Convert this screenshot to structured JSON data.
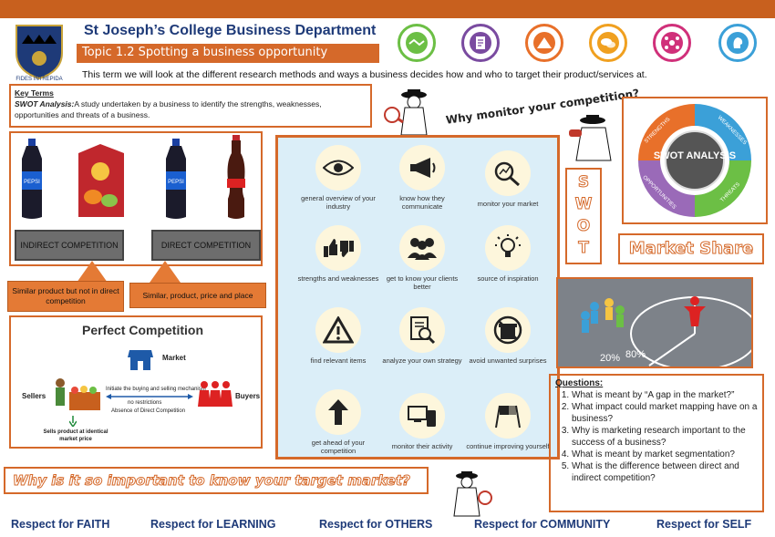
{
  "header": {
    "school_title": "St Joseph’s College Business Department",
    "topic": "Topic 1.2 Spotting a business opportunity",
    "intro": "This term we will look at the different research methods and ways a business decides how and who to target their product/services at.",
    "crest_motto": "FIDES INTREPIDA",
    "accent_color": "#d5692a",
    "brand_color": "#1e3a78"
  },
  "key_terms": {
    "title": "Key Terms",
    "term": "SWOT Analysis:",
    "definition": "A study undertaken by a business to identify the strengths,  weaknesses, opportunities and threats of a business."
  },
  "why_monitor": "Why monitor your competition?",
  "competition": {
    "indirect_label": "INDIRECT COMPETITION",
    "direct_label": "DIRECT COMPETITION",
    "indirect_note": "Similar product but not in direct competition",
    "direct_note": "Similar, product, price and place",
    "brand_pepsi": "PEPSI"
  },
  "perfect_competition": {
    "title": "Perfect Competition",
    "market": "Market",
    "sellers": "Sellers",
    "buyers": "Buyers",
    "mechanism": "Initiate the buying and selling mechanism",
    "no_restrictions": "no restrictions",
    "absence": "Absence of Direct Competition",
    "sells": "Sells product at identical market price"
  },
  "reasons": [
    {
      "label": "general overview of your industry",
      "icon": "eye-icon"
    },
    {
      "label": "know how they communicate",
      "icon": "megaphone-icon"
    },
    {
      "label": "monitor your market",
      "icon": "magnifier-chart-icon"
    },
    {
      "label": "strengths and weaknesses",
      "icon": "thumbs-icon"
    },
    {
      "label": "get to know your clients better",
      "icon": "people-icon"
    },
    {
      "label": "source of inspiration",
      "icon": "lightbulb-icon"
    },
    {
      "label": "find relevant items",
      "icon": "warning-icon"
    },
    {
      "label": "analyze your own strategy",
      "icon": "document-search-icon"
    },
    {
      "label": "avoid unwanted surprises",
      "icon": "no-gift-icon"
    },
    {
      "label": "get ahead of your competition",
      "icon": "arrow-up-icon"
    },
    {
      "label": "monitor their activity",
      "icon": "devices-icon"
    },
    {
      "label": "continue improving yourself",
      "icon": "flags-icon"
    }
  ],
  "swot_letters": [
    "S",
    "W",
    "O",
    "T"
  ],
  "swot_diagram": {
    "center": "SWOT ANALYSIS",
    "strengths": "STRENGTHS",
    "weaknesses": "WEAKNESSES",
    "opportunities": "OPPORTUNITIES",
    "threats": "THREATS",
    "colors": {
      "strengths": "#e8702a",
      "weaknesses": "#3ba0d8",
      "opportunities": "#9a6ab8",
      "threats": "#6cbf45"
    }
  },
  "market_share": "Market Share",
  "photo": {
    "pct_left": "20%",
    "pct_right": "80%"
  },
  "questions": {
    "title": "Questions:",
    "items": [
      "What is meant by “A gap in the market?”",
      "What impact could market mapping have on a business?",
      "Why is marketing research important to the success of a business?",
      "What is meant by market segmentation?",
      "What is the difference between direct and indirect competition?"
    ]
  },
  "why_target": "Why is it so important to know your target market?",
  "footer": [
    "Respect for FAITH",
    "Respect for LEARNING",
    "Respect for OTHERS",
    "Respect for COMMUNITY",
    "Respect for SELF"
  ]
}
